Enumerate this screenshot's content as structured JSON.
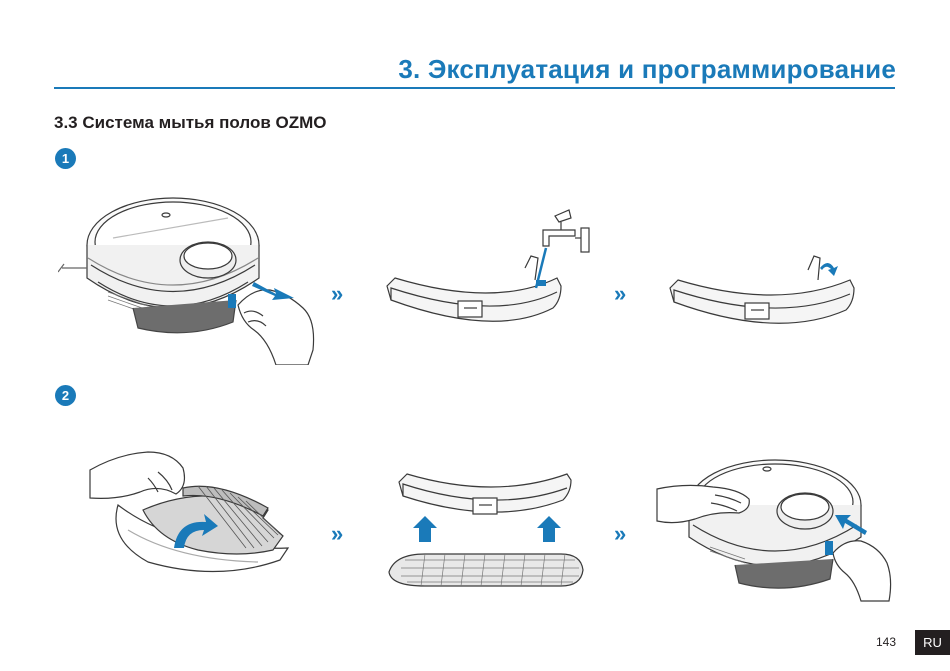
{
  "header": {
    "chapter_title": "3. Эксплуатация и программирование",
    "accent_color": "#1a7ab9"
  },
  "section": {
    "title": "3.3 Система мытья полов OZMO"
  },
  "steps": [
    {
      "number": "1",
      "illustrations": [
        "remove-tank-from-robot",
        "fill-tank-from-tap",
        "close-tank-cap"
      ]
    },
    {
      "number": "2",
      "illustrations": [
        "attach-mop-pad-to-plate",
        "attach-plate-to-tank",
        "insert-tank-into-robot"
      ]
    }
  ],
  "step_arrow_icon": "double-chevron-right-icon",
  "footer": {
    "page_number": "143",
    "language": "RU"
  }
}
